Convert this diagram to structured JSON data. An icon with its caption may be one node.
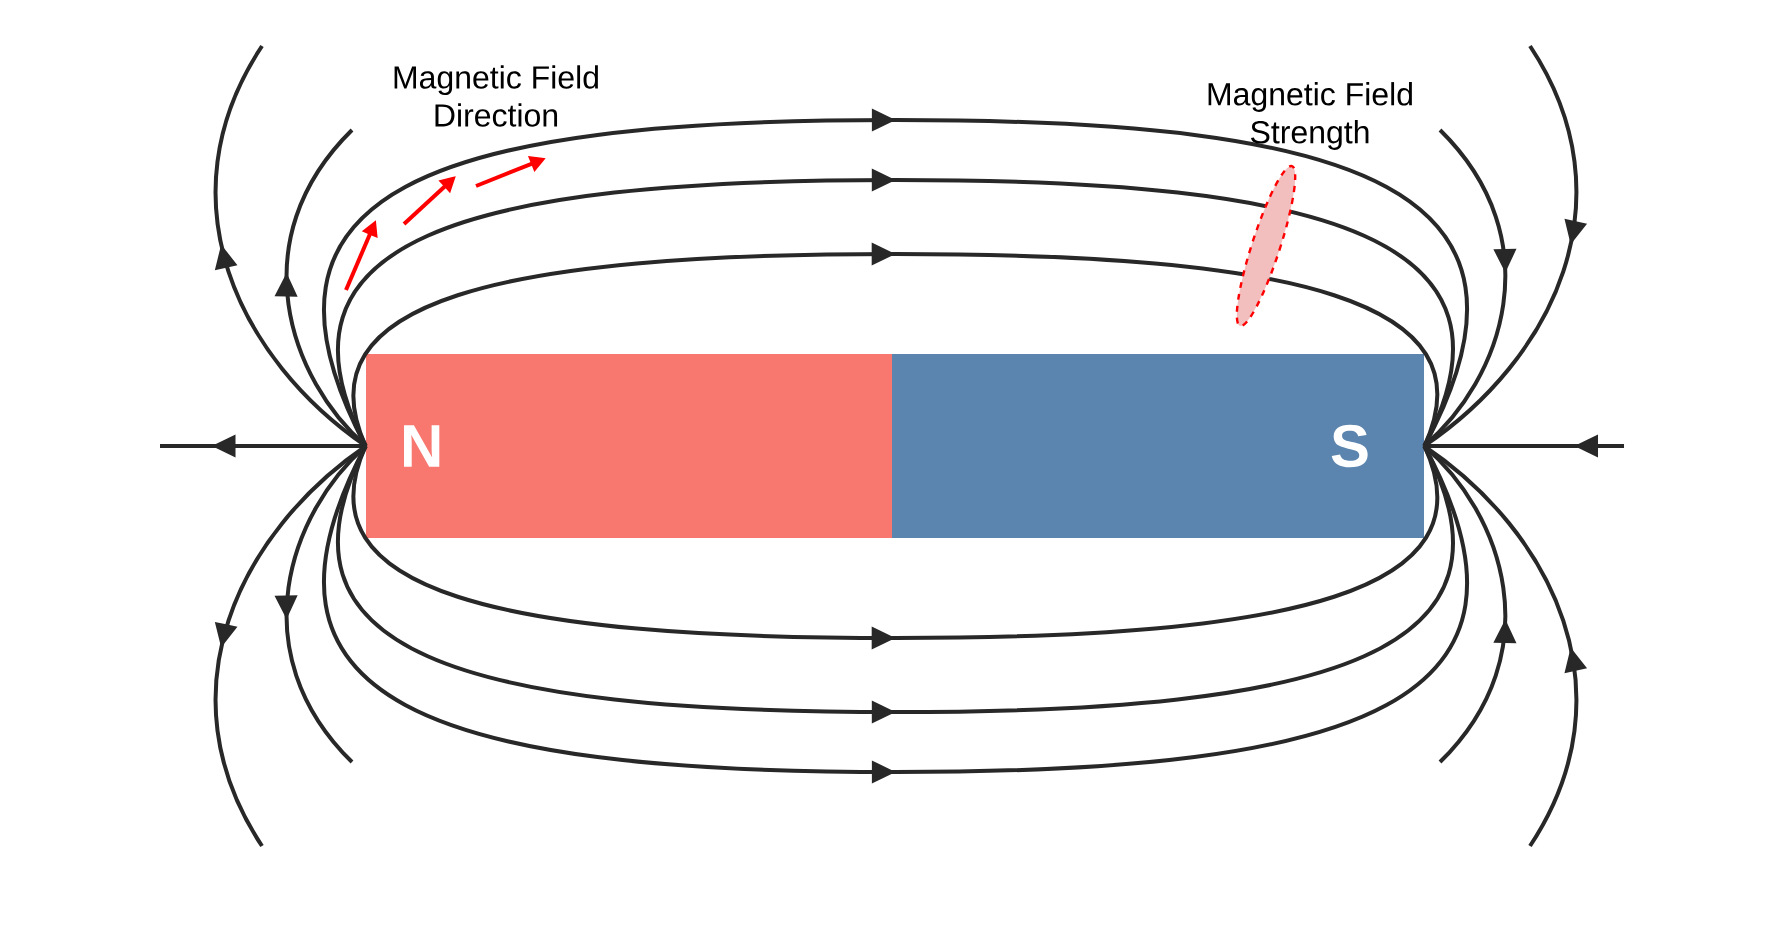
{
  "diagram": {
    "nodes": [
      {
        "text": [
          "N"
        ]
      },
      {
        "text": [
          "S"
        ]
      }
    ],
    "edges": [
      {
        "from": 0,
        "to": 1,
        "arrow": "to"
      },
      {
        "from": 0,
        "to": 1,
        "arrow": "to"
      },
      {
        "from": 0,
        "to": 1,
        "arrow": "to"
      },
      {
        "from": 0,
        "to": 1,
        "arrow": "to"
      },
      {
        "from": 0,
        "to": 1,
        "arrow": "to"
      },
      {
        "from": 0,
        "to": 1,
        "arrow": "to"
      }
    ],
    "labels": [
      "Magnetic Field Direction",
      "Magnetic Field Strength"
    ]
  }
}
